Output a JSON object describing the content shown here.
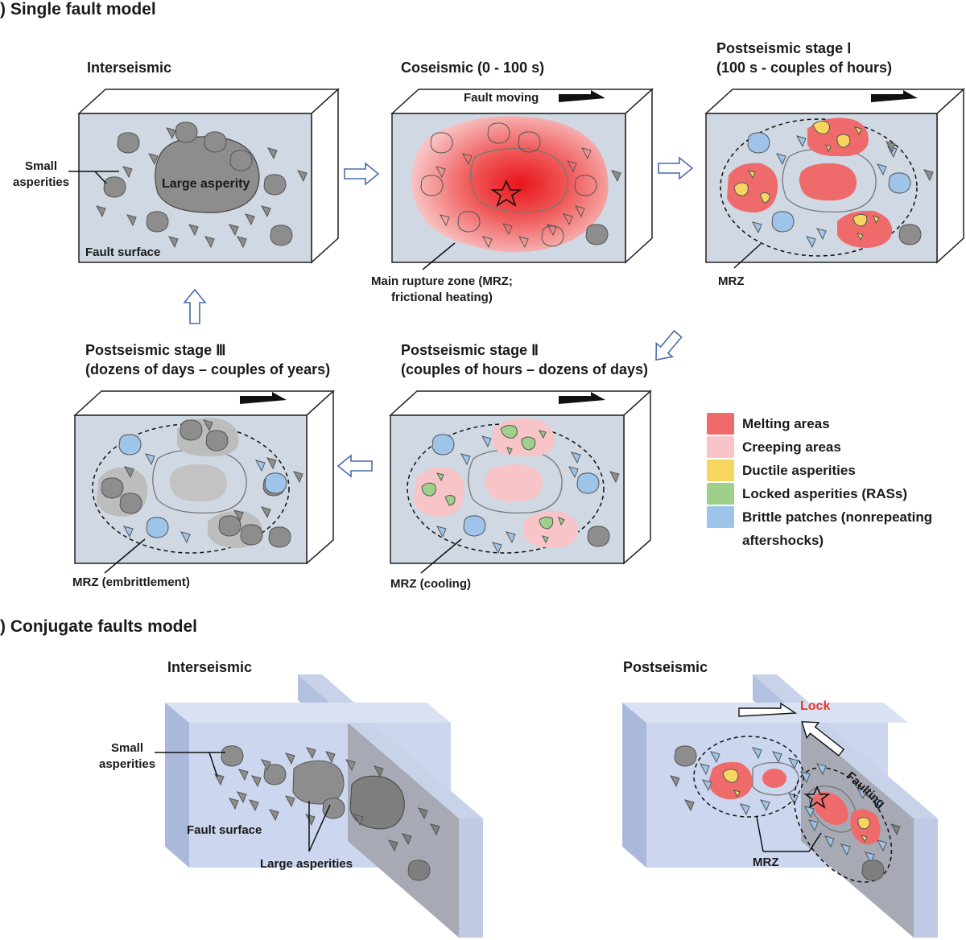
{
  "sections": {
    "a": {
      "title": ") Single fault model"
    },
    "b": {
      "title": ") Conjugate faults model"
    }
  },
  "single_fault": {
    "interseismic": {
      "title": "Interseismic",
      "small_asperities": "Small\nasperities",
      "large_asperity": "Large asperity",
      "fault_surface": "Fault surface"
    },
    "coseismic": {
      "title": "Coseismic (0 - 100 s)",
      "fault_moving": "Fault moving",
      "mrz_label": "Main rupture zone (MRZ;\nfrictional heating)"
    },
    "post1": {
      "title": "Postseismic stage Ⅰ\n(100 s - couples of hours)",
      "mrz_label": "MRZ"
    },
    "post2": {
      "title": "Postseismic stage Ⅱ\n(couples of hours – dozens of days)",
      "mrz_label": "MRZ (cooling)"
    },
    "post3": {
      "title": "Postseismic stage Ⅲ\n(dozens of days – couples of years)",
      "mrz_label": "MRZ (embrittlement)"
    }
  },
  "legend": [
    {
      "label": "Melting areas",
      "color": "#ef6b6b"
    },
    {
      "label": "Creeping areas",
      "color": "#f7c4c8"
    },
    {
      "label": "Ductile asperities",
      "color": "#f7d660"
    },
    {
      "label": "Locked asperities (RASs)",
      "color": "#9fd08a"
    },
    {
      "label": "Brittle patches (nonrepeating\naftershocks)",
      "color": "#9ec4ea"
    }
  ],
  "conjugate": {
    "interseismic": {
      "title": "Interseismic",
      "small_asperities": "Small\nasperities",
      "fault_surface": "Fault surface",
      "large_asperities": "Large asperities"
    },
    "postseismic": {
      "title": "Postseismic",
      "lock": "Lock",
      "faulting": "Faulting",
      "mrz_label": "MRZ"
    }
  },
  "colors": {
    "fault_face": "#cfd8e3",
    "asperity": "#8d8d8d",
    "melting": "#ef6b6b",
    "creeping": "#f7c4c8",
    "ductile": "#f7d660",
    "locked": "#9fd08a",
    "brittle": "#9ec4ea",
    "lock_text": "#e8392d"
  }
}
